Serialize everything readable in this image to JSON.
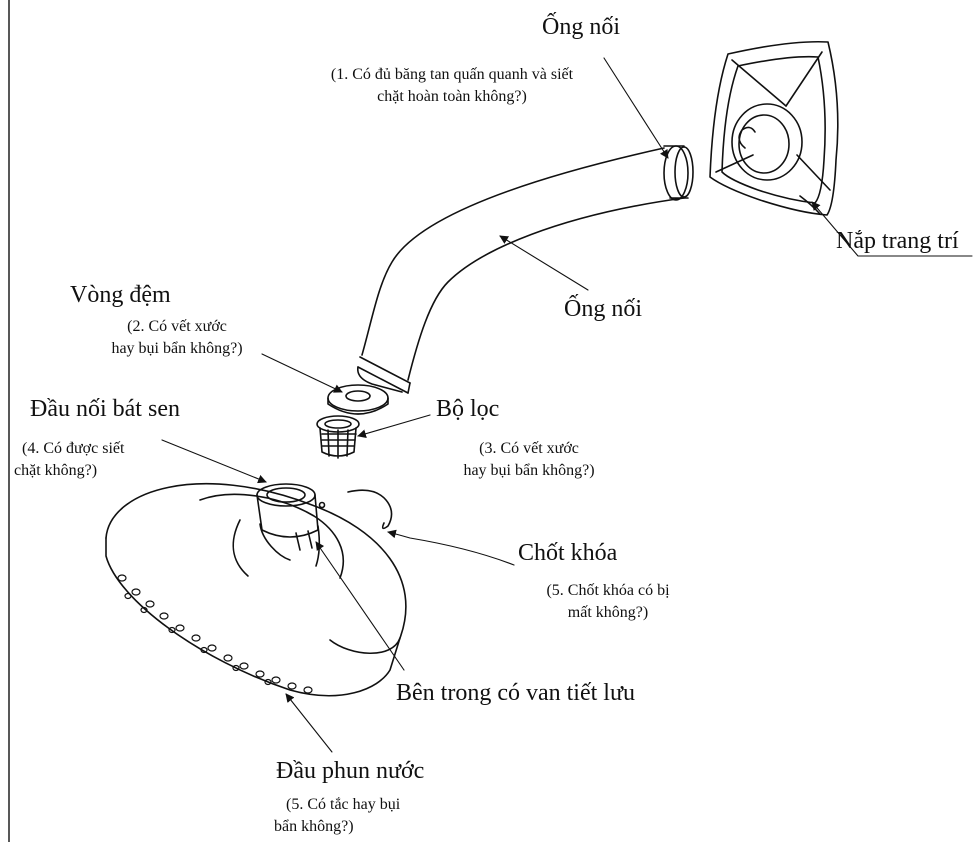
{
  "labels": {
    "connector_top": "Ống nối",
    "connector_top_note_1": "(1. Có đủ băng tan quấn quanh và siết",
    "connector_top_note_2": "chặt hoàn toàn không?)",
    "trim_cover": "Nắp trang trí",
    "connector_mid": "Ống nối",
    "washer": "Vòng đệm",
    "washer_note_1": "(2. Có vết xước",
    "washer_note_2": "hay bụi bẩn không?)",
    "head_connector": "Đầu nối bát sen",
    "head_connector_note_1": "(4. Có được siết",
    "head_connector_note_2": "chặt không?)",
    "filter": "Bộ lọc",
    "filter_note_1": "(3. Có vết xước",
    "filter_note_2": "hay bụi bẩn không?)",
    "lock_pin": "Chốt khóa",
    "lock_pin_note_1": "(5. Chốt khóa có bị",
    "lock_pin_note_2": "mất không?)",
    "valve": "Bên trong có van tiết lưu",
    "nozzle": "Đầu phun nước",
    "nozzle_note_1": "(5. Có tắc hay bụi",
    "nozzle_note_2": "bẩn không?)"
  },
  "colors": {
    "line": "#111111",
    "background": "#ffffff"
  }
}
